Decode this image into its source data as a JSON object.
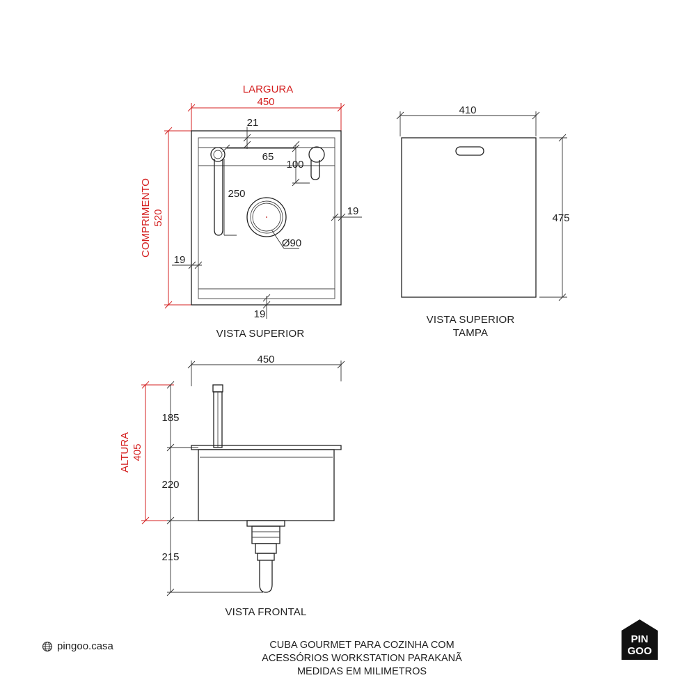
{
  "views": {
    "top": {
      "title": "VISTA SUPERIOR",
      "width_label": "LARGURA",
      "width_value": "450",
      "length_label": "COMPRIMENTO",
      "length_value": "520",
      "dim_21": "21",
      "dim_65": "65",
      "dim_100": "100",
      "dim_250": "250",
      "dim_19_right": "19",
      "dim_19_left": "19",
      "dim_19_bottom": "19",
      "drain_diameter": "Ø90"
    },
    "lid": {
      "title_line1": "VISTA SUPERIOR",
      "title_line2": "TAMPA",
      "width_value": "410",
      "length_value": "475"
    },
    "front": {
      "title": "VISTA FRONTAL",
      "width_value": "450",
      "height_label": "ALTURA",
      "height_value": "405",
      "dim_185": "185",
      "dim_220": "220",
      "dim_215": "215"
    }
  },
  "footer": {
    "brand_site": "pingoo.casa",
    "description_line1": "CUBA GOURMET PARA COZINHA COM",
    "description_line2": "ACESSÓRIOS WORKSTATION PARAKANÃ",
    "description_line3": "MEDIDAS EM MILIMETROS",
    "logo_line1": "PIN",
    "logo_line2": "GOO"
  },
  "colors": {
    "dimension_red": "#d42020",
    "line_dark": "#222222"
  },
  "icons": {
    "globe": "globe-icon",
    "logo": "house-logo-icon"
  }
}
